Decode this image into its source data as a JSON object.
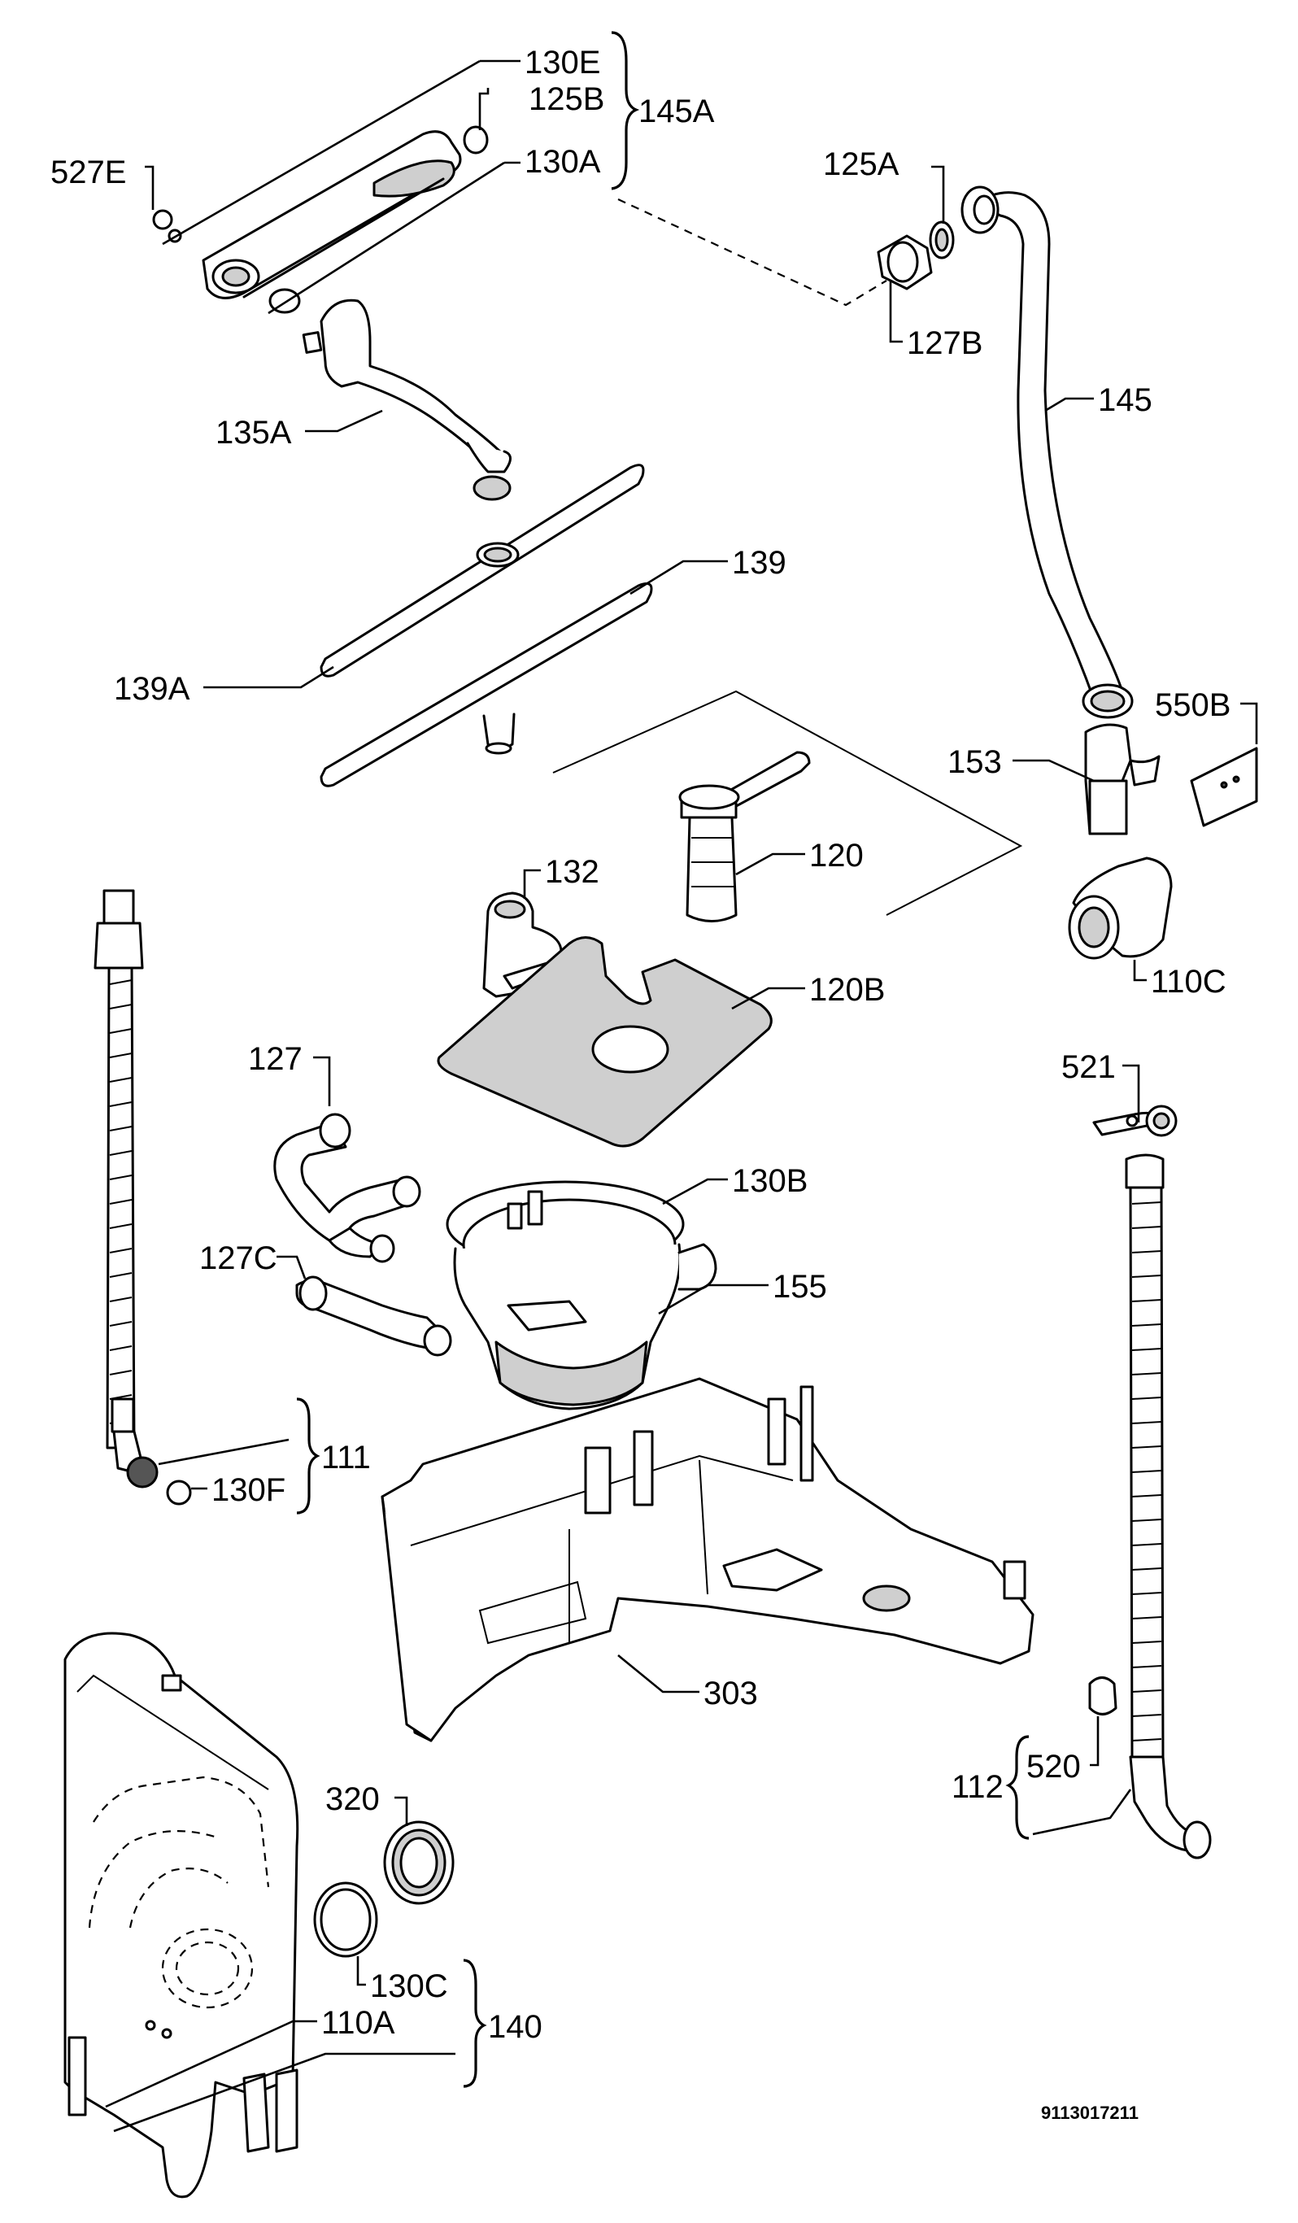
{
  "labels": {
    "l130E": "130E",
    "l125B": "125B",
    "l145A": "145A",
    "l130A": "130A",
    "l527E": "527E",
    "l125A": "125A",
    "l127B": "127B",
    "l145": "145",
    "l135A": "135A",
    "l139": "139",
    "l139A": "139A",
    "l550B": "550B",
    "l153": "153",
    "l120": "120",
    "l132": "132",
    "l110C": "110C",
    "l120B": "120B",
    "l521": "521",
    "l127": "127",
    "l130B": "130B",
    "l127C": "127C",
    "l155": "155",
    "l111": "111",
    "l130F": "130F",
    "l303": "303",
    "l320": "320",
    "l520": "520",
    "l112": "112",
    "l130C": "130C",
    "l110A": "110A",
    "l140": "140"
  },
  "drawing_number": "9113017211"
}
